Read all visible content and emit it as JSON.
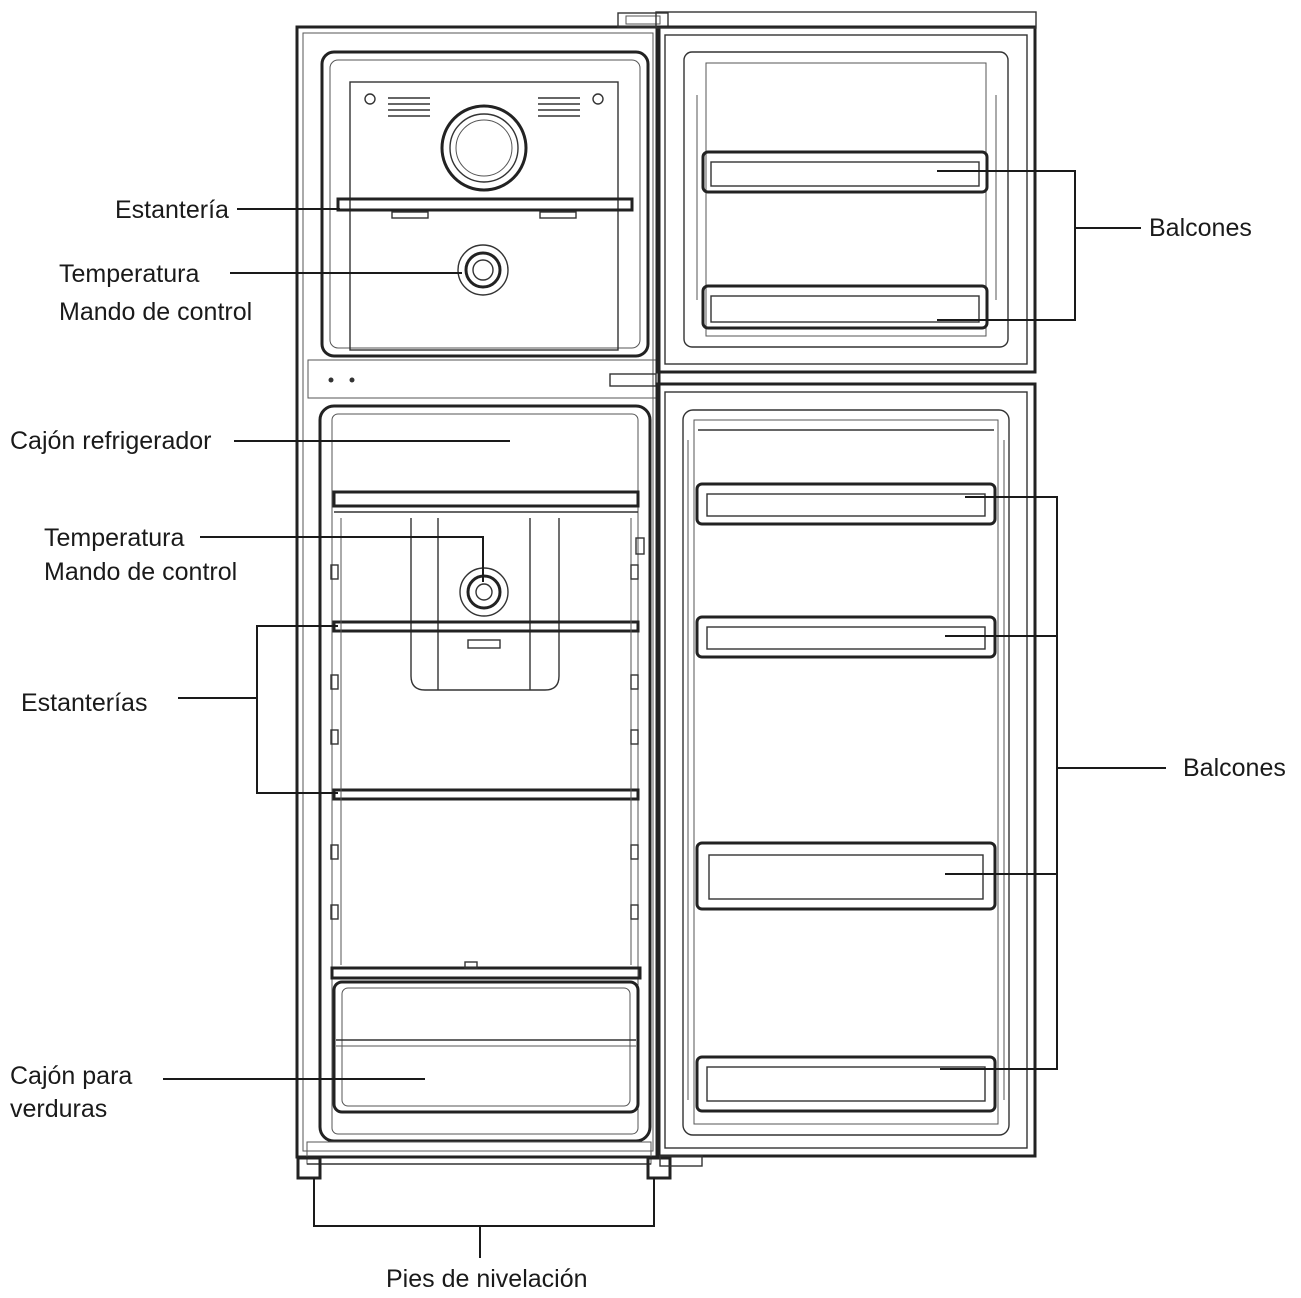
{
  "labels": {
    "estanteria": "Estantería",
    "temp_freezer_1": "Temperatura",
    "temp_freezer_2": "Mando de control",
    "cajon_refrigerador": "Cajón refrigerador",
    "temp_fridge_1": "Temperatura",
    "temp_fridge_2": "Mando de control",
    "estanterias": "Estanterías",
    "cajon_verduras_1": "Cajón para",
    "cajon_verduras_2": "verduras",
    "pies": "Pies de nivelación",
    "balcones_top": "Balcones",
    "balcones_bottom": "Balcones"
  }
}
